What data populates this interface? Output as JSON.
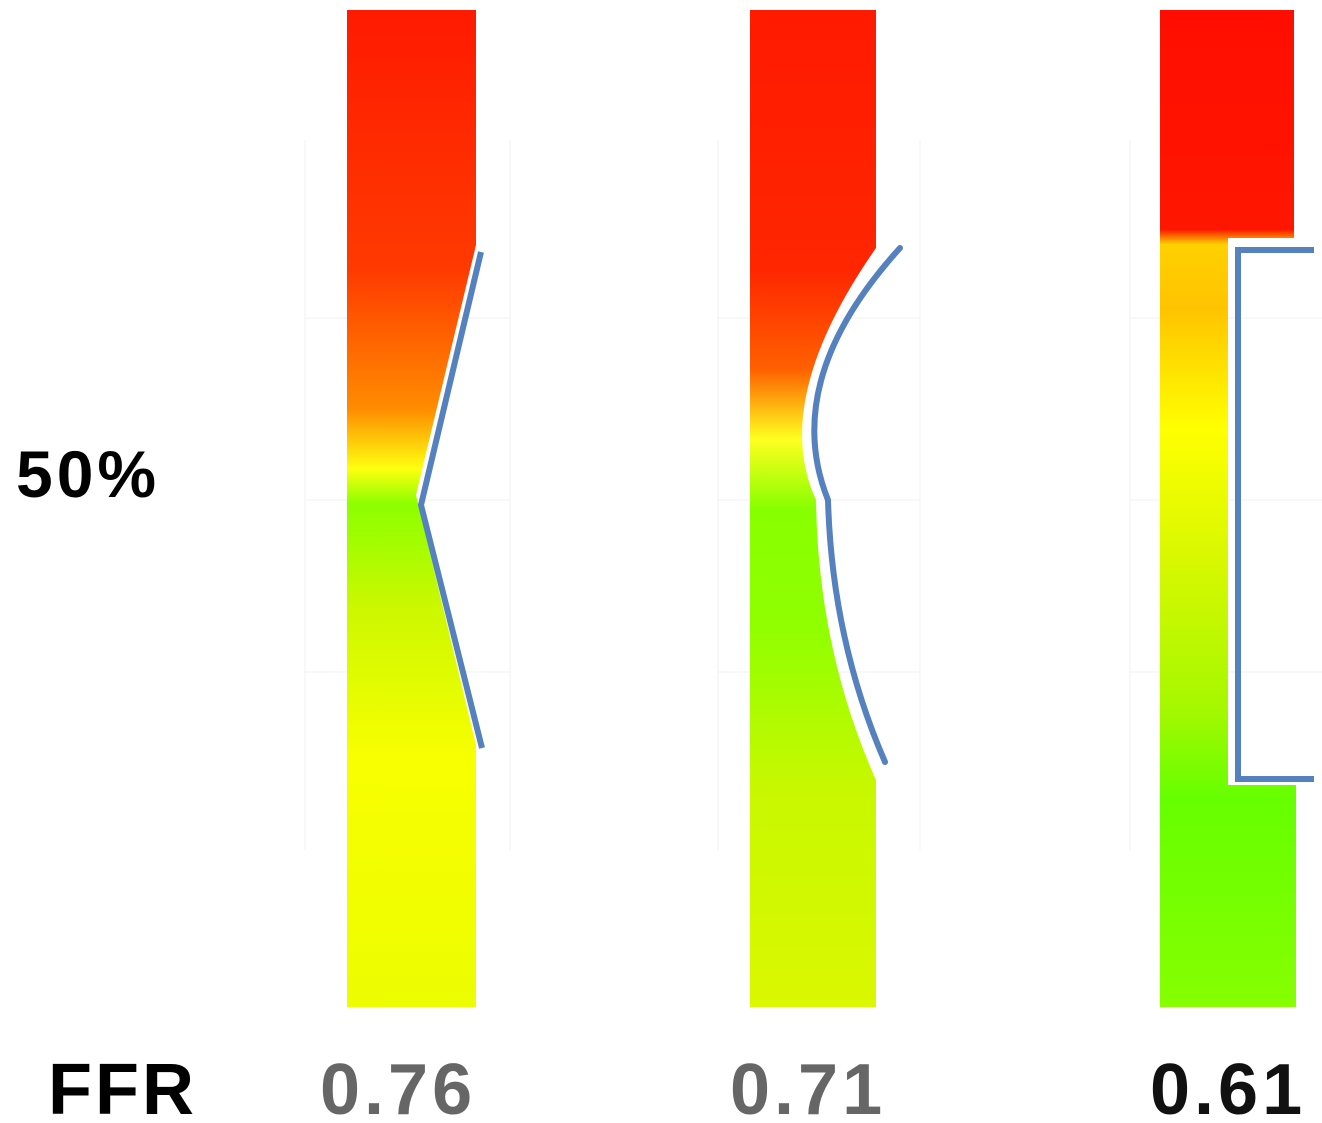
{
  "stenosis_label": "50%",
  "ffr_label": "FFR",
  "colors": {
    "outline": "#5681bf",
    "high_pressure": "#ff1a00",
    "mid_pressure": "#ffff00",
    "low_pressure": "#7cff00",
    "value_gray": "#666666",
    "value_black": "#111111"
  },
  "vessels": [
    {
      "shape": "v-shape",
      "ffr": "0.76",
      "ffr_color": "#666666",
      "gradient": [
        {
          "stop": 0.0,
          "color": "#ff1a00"
        },
        {
          "stop": 0.26,
          "color": "#ff3a00"
        },
        {
          "stop": 0.4,
          "color": "#ff8c00"
        },
        {
          "stop": 0.46,
          "color": "#ffff10"
        },
        {
          "stop": 0.495,
          "color": "#8cff00"
        },
        {
          "stop": 0.6,
          "color": "#ccf800"
        },
        {
          "stop": 0.75,
          "color": "#f8ff00"
        },
        {
          "stop": 1.0,
          "color": "#ecfd00"
        }
      ]
    },
    {
      "shape": "curved",
      "ffr": "0.71",
      "ffr_color": "#666666",
      "gradient": [
        {
          "stop": 0.0,
          "color": "#ff1a00"
        },
        {
          "stop": 0.26,
          "color": "#ff2600"
        },
        {
          "stop": 0.36,
          "color": "#ff6000"
        },
        {
          "stop": 0.43,
          "color": "#ffff20"
        },
        {
          "stop": 0.5,
          "color": "#88ff00"
        },
        {
          "stop": 0.62,
          "color": "#90ff00"
        },
        {
          "stop": 0.78,
          "color": "#c8f800"
        },
        {
          "stop": 1.0,
          "color": "#daf800"
        }
      ]
    },
    {
      "shape": "rectangular",
      "ffr": "0.61",
      "ffr_color": "#111111",
      "gradient": [
        {
          "stop": 0.0,
          "color": "#ff0e00"
        },
        {
          "stop": 0.22,
          "color": "#ff1600"
        },
        {
          "stop": 0.235,
          "color": "#ffd000"
        },
        {
          "stop": 0.3,
          "color": "#ffc400"
        },
        {
          "stop": 0.42,
          "color": "#ffff00"
        },
        {
          "stop": 0.55,
          "color": "#d8f800"
        },
        {
          "stop": 0.7,
          "color": "#a6f800"
        },
        {
          "stop": 0.79,
          "color": "#66ff00"
        },
        {
          "stop": 1.0,
          "color": "#86ff00"
        }
      ]
    }
  ]
}
